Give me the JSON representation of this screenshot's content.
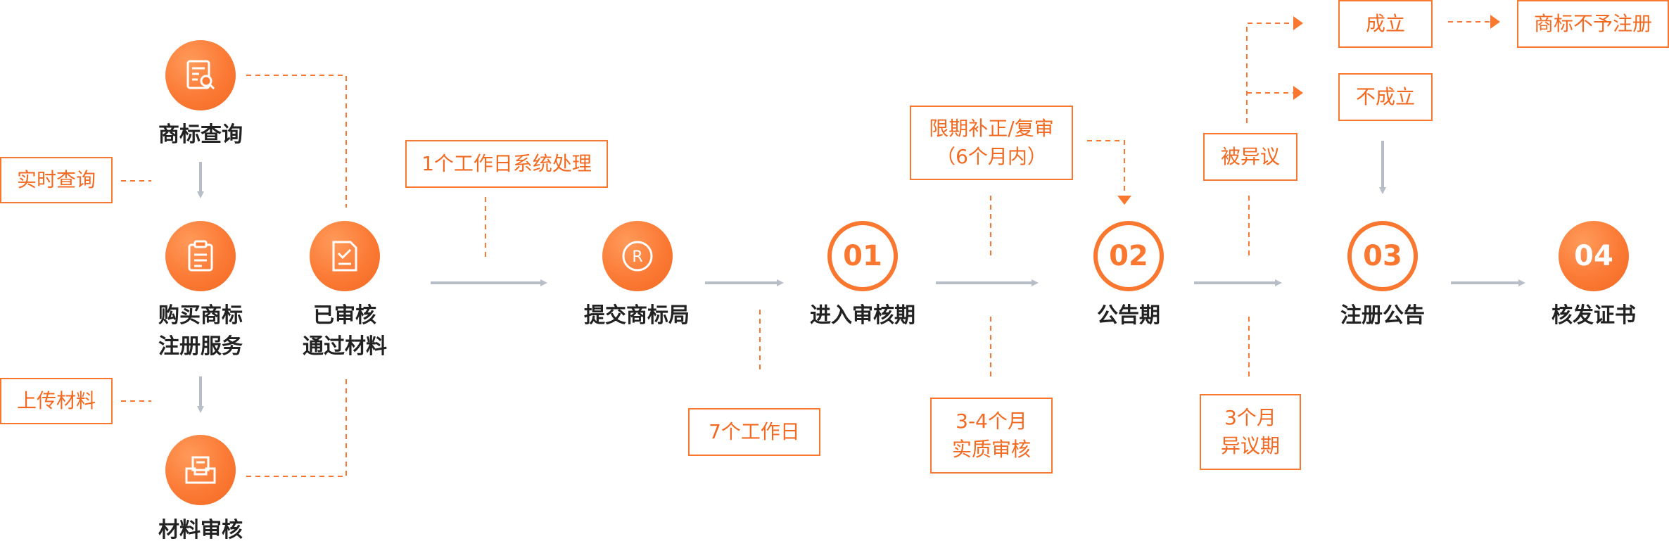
{
  "colors": {
    "accent": "#f9772f",
    "gray_arrow": "#b8bec8",
    "text": "#222222"
  },
  "steps": {
    "search": {
      "label": "商标查询",
      "icon": "search-doc-icon"
    },
    "buy": {
      "line1": "购买商标",
      "line2": "注册服务",
      "icon": "clipboard-icon"
    },
    "review": {
      "label": "材料审核",
      "icon": "inbox-icon"
    },
    "approved": {
      "line1": "已审核",
      "line2": "通过材料",
      "icon": "checklist-icon"
    },
    "submit": {
      "label": "提交商标局",
      "icon": "registered-mark-icon"
    },
    "s01": {
      "num": "01",
      "label": "进入审核期"
    },
    "s02": {
      "num": "02",
      "label": "公告期"
    },
    "s03": {
      "num": "03",
      "label": "注册公告"
    },
    "s04": {
      "num": "04",
      "label": "核发证书"
    }
  },
  "notes": {
    "realtime_search": "实时查询",
    "upload_materials": "上传材料",
    "one_day": "1个工作日系统处理",
    "seven_days": "7个工作日",
    "correction_line1": "限期补正/复审",
    "correction_line2": "（6个月内）",
    "substantive_line1": "3-4个月",
    "substantive_line2": "实质审核",
    "objection": "被异议",
    "objection_period_line1": "3个月",
    "objection_period_line2": "异议期",
    "established": "成立",
    "not_established": "不成立",
    "refused": "商标不予注册"
  }
}
